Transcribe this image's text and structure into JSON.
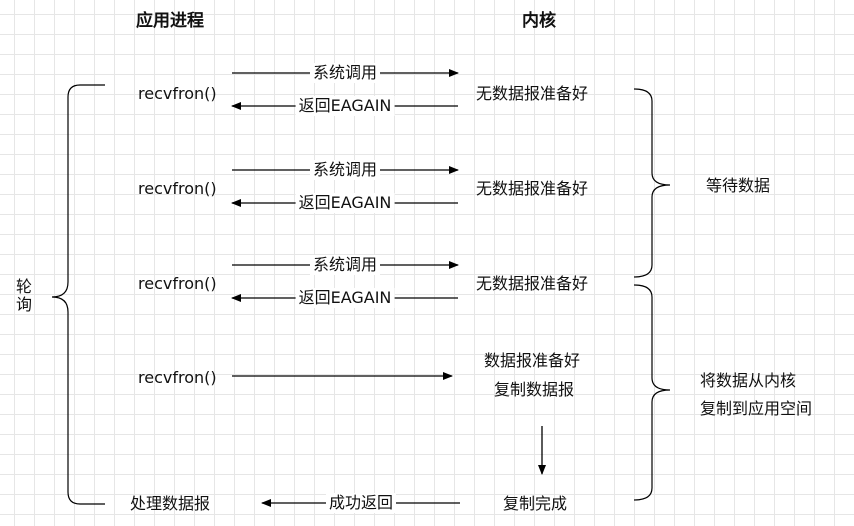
{
  "headers": {
    "app": "应用进程",
    "kernel": "内核"
  },
  "rows": [
    {
      "call": "recvfron()",
      "send": "系统调用",
      "reply": "返回EAGAIN",
      "state": "无数据报准备好"
    },
    {
      "call": "recvfron()",
      "send": "系统调用",
      "reply": "返回EAGAIN",
      "state": "无数据报准备好"
    },
    {
      "call": "recvfron()",
      "send": "系统调用",
      "reply": "返回EAGAIN",
      "state": "无数据报准备好"
    }
  ],
  "final_call": "recvfron()",
  "kernel_ready": [
    "数据报准备好",
    "复制数据报"
  ],
  "copy_done": "复制完成",
  "success": "成功返回",
  "process": "处理数据报",
  "polling": "轮询",
  "wait_phase": "等待数据",
  "copy_phase": [
    "将数据从内核",
    "复制到应用空间"
  ]
}
